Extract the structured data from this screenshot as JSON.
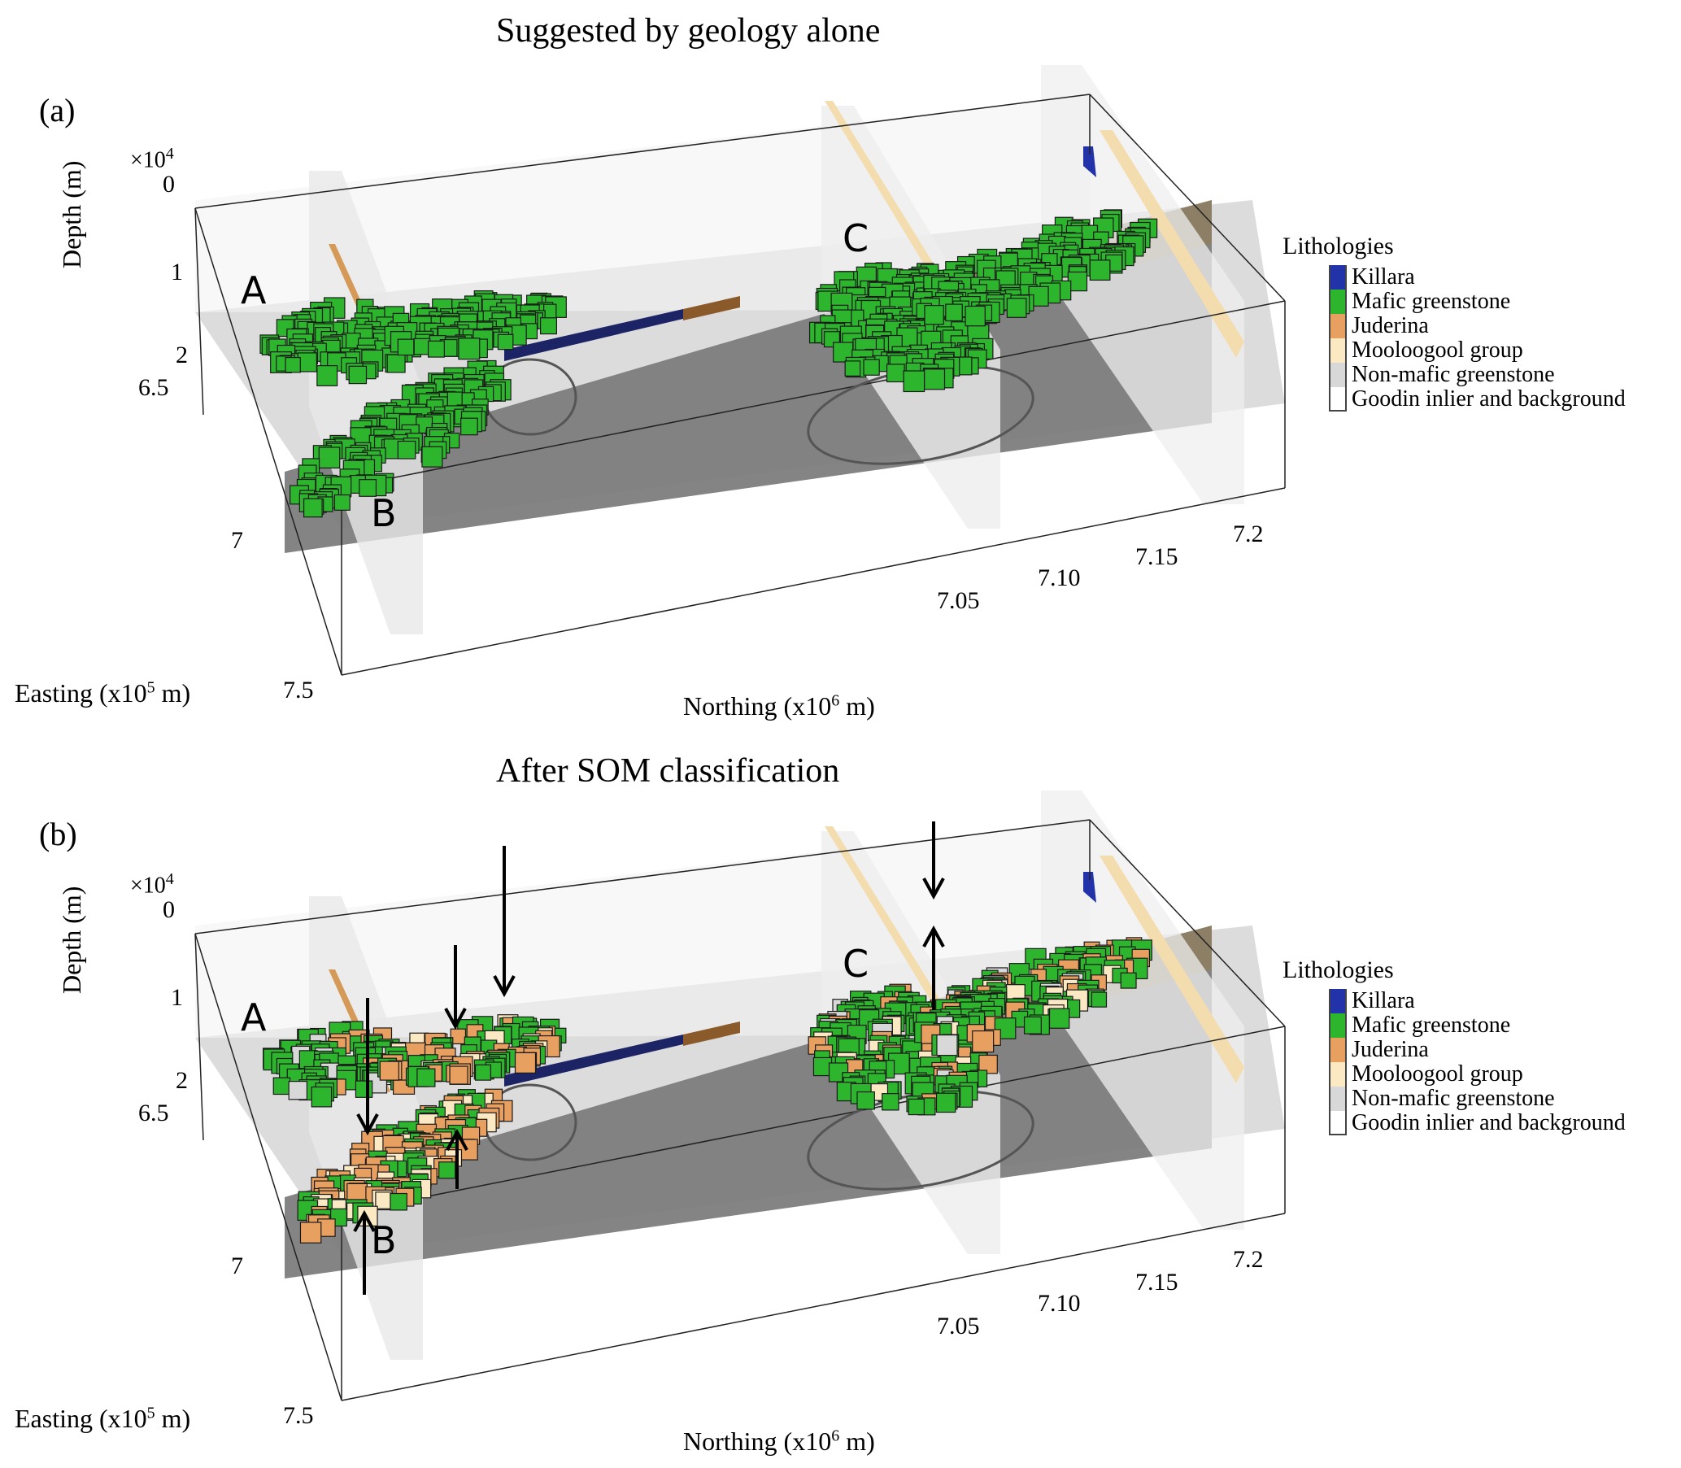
{
  "figure": {
    "panels": [
      {
        "label": "(a)",
        "title": "Suggested by geology alone",
        "depth_exponent": "×10",
        "depth_exponent_power": "4",
        "depth_axis": {
          "label": "Depth (m)",
          "ticks": [
            "0",
            "1",
            "2"
          ]
        },
        "easting_axis": {
          "label": "Easting (x10",
          "label_power": "5",
          "label_suffix": " m)",
          "ticks": [
            "6.5",
            "7",
            "7.5"
          ]
        },
        "northing_axis": {
          "label": "Northing (x10",
          "label_power": "6",
          "label_suffix": " m)",
          "ticks": [
            "7.05",
            "7.10",
            "7.15",
            "7.2"
          ]
        },
        "regions": [
          "A",
          "B",
          "C"
        ],
        "arrows": false
      },
      {
        "label": "(b)",
        "title": "After SOM classification",
        "depth_exponent": "×10",
        "depth_exponent_power": "4",
        "depth_axis": {
          "label": "Depth (m)",
          "ticks": [
            "0",
            "1",
            "2"
          ]
        },
        "easting_axis": {
          "label": "Easting (x10",
          "label_power": "5",
          "label_suffix": " m)",
          "ticks": [
            "6.5",
            "7",
            "7.5"
          ]
        },
        "northing_axis": {
          "label": "Northing (x10",
          "label_power": "6",
          "label_suffix": " m)",
          "ticks": [
            "7.05",
            "7.10",
            "7.15",
            "7.2"
          ]
        },
        "regions": [
          "A",
          "B",
          "C"
        ],
        "arrows": true
      }
    ],
    "legend": {
      "title": "Lithologies",
      "items": [
        {
          "label": "Killara",
          "color": "#2233aa"
        },
        {
          "label": "Mafic greenstone",
          "color": "#2db52d"
        },
        {
          "label": "Juderina",
          "color": "#e8a060"
        },
        {
          "label": "Mooloogool group",
          "color": "#fbe9c4"
        },
        {
          "label": "Non-mafic greenstone",
          "color": "#d8d8d8"
        },
        {
          "label": "Goodin inlier and background",
          "color": "#ffffff"
        }
      ]
    }
  },
  "chart_data": [
    {
      "type": "scatter",
      "subtype": "3d-voxel",
      "title": "Suggested by geology alone",
      "xlabel": "Northing (x10^6 m)",
      "ylabel": "Easting (x10^5 m)",
      "zlabel": "Depth (m) ×10^4",
      "x_ticks": [
        7.05,
        7.1,
        7.15,
        7.2
      ],
      "y_ticks": [
        6.5,
        7,
        7.5
      ],
      "z_ticks": [
        0,
        1,
        2
      ],
      "legend": [
        "Killara",
        "Mafic greenstone",
        "Juderina",
        "Mooloogool group",
        "Non-mafic greenstone",
        "Goodin inlier and background"
      ],
      "legend_position": "right",
      "annotations": [
        "A",
        "B",
        "C"
      ]
    },
    {
      "type": "scatter",
      "subtype": "3d-voxel",
      "title": "After SOM classification",
      "xlabel": "Northing (x10^6 m)",
      "ylabel": "Easting (x10^5 m)",
      "zlabel": "Depth (m) ×10^4",
      "x_ticks": [
        7.05,
        7.1,
        7.15,
        7.2
      ],
      "y_ticks": [
        6.5,
        7,
        7.5
      ],
      "z_ticks": [
        0,
        1,
        2
      ],
      "legend": [
        "Killara",
        "Mafic greenstone",
        "Juderina",
        "Mooloogool group",
        "Non-mafic greenstone",
        "Goodin inlier and background"
      ],
      "legend_position": "right",
      "annotations": [
        "A",
        "B",
        "C",
        "arrows"
      ]
    }
  ]
}
